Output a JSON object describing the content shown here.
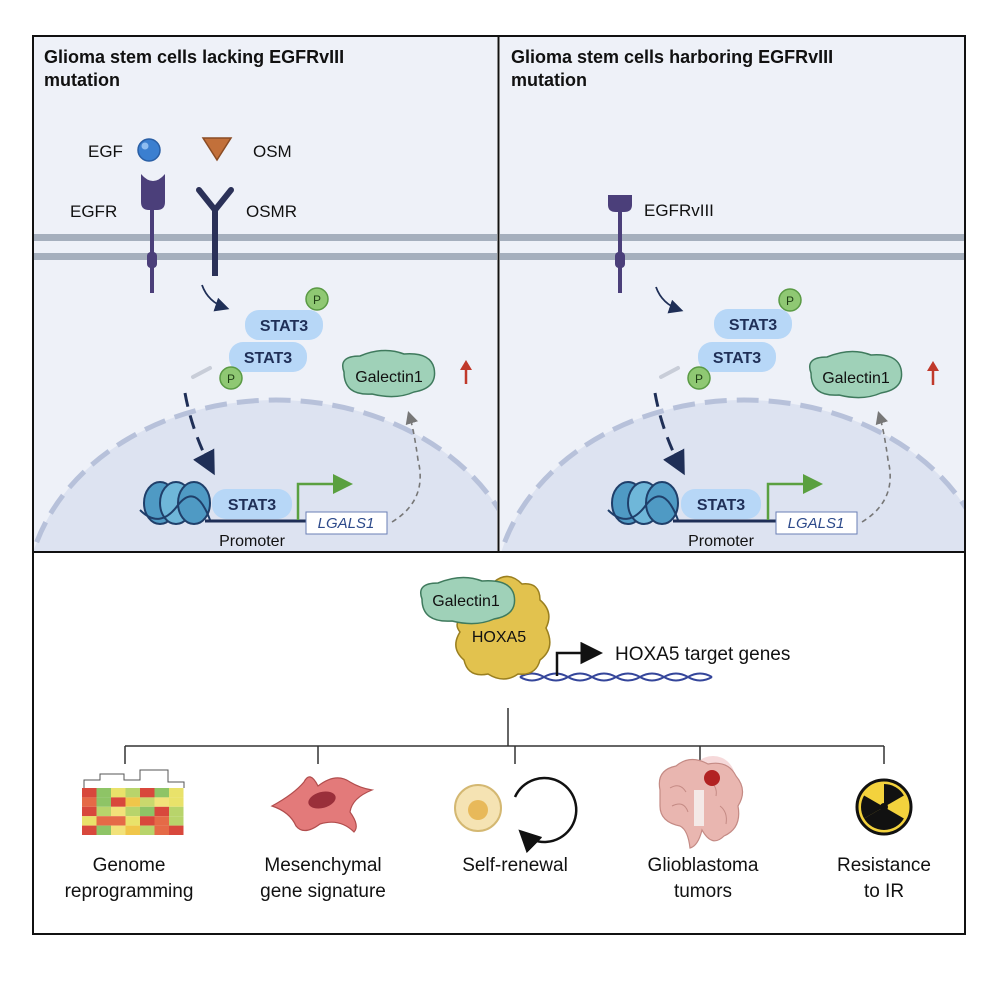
{
  "panels": {
    "left": {
      "title_line1": "Glioma stem cells lacking EGFRvIII",
      "title_line2": "mutation",
      "ligands": {
        "egf": "EGF",
        "osm": "OSM"
      },
      "receptors": {
        "egfr": "EGFR",
        "osmr": "OSMR"
      },
      "stat_upper": "STAT3",
      "stat_lower": "STAT3",
      "phospho_upper": "P",
      "phospho_lower": "P",
      "galectin": "Galectin1",
      "nuclear_stat": "STAT3",
      "gene": "LGALS1",
      "promoter": "Promoter"
    },
    "right": {
      "title_line1": "Glioma stem cells harboring EGFRvIII",
      "title_line2": "mutation",
      "receptor": "EGFRvIII",
      "stat_upper": "STAT3",
      "stat_lower": "STAT3",
      "phospho_upper": "P",
      "phospho_lower": "P",
      "galectin": "Galectin1",
      "nuclear_stat": "STAT3",
      "gene": "LGALS1",
      "promoter": "Promoter"
    }
  },
  "bottom": {
    "galectin": "Galectin1",
    "hoxa5": "HOXA5",
    "target_genes": "HOXA5 target genes",
    "outcomes": [
      {
        "line1": "Genome",
        "line2": "reprogramming",
        "icon": "heatmap-icon"
      },
      {
        "line1": "Mesenchymal",
        "line2": "gene signature",
        "icon": "mesenchymal-cell-icon"
      },
      {
        "line1": "Self-renewal",
        "line2": "",
        "icon": "self-renewal-icon"
      },
      {
        "line1": "Glioblastoma",
        "line2": "tumors",
        "icon": "brain-tumor-icon"
      },
      {
        "line1": "Resistance",
        "line2": "to IR",
        "icon": "radiation-icon"
      }
    ]
  },
  "colors": {
    "panel_bg": "#eef1f8",
    "membrane": "#a5afbd",
    "receptor": "#4b3f7a",
    "stat3": "#b7d7f7",
    "stat3_text": "#1f2f57",
    "phospho": "#8fc873",
    "galectin": "#9fd1b8",
    "hoxa5": "#e2c24e",
    "up_arrow": "#c0392b",
    "transcription_arrow": "#5aa040",
    "dna": "#34459a"
  }
}
